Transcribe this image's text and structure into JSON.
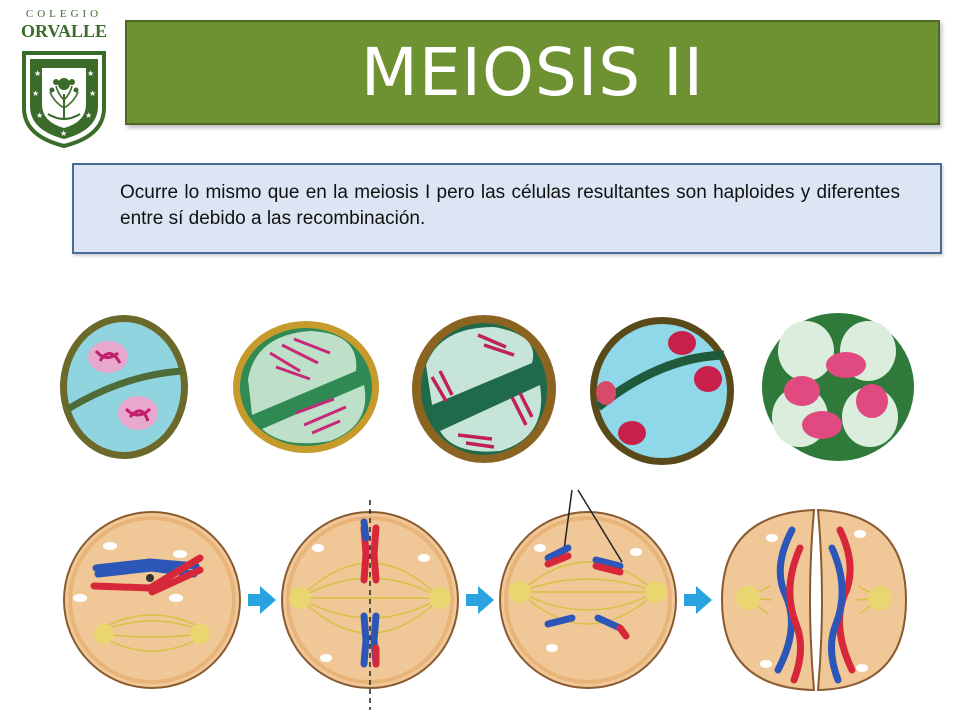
{
  "logo": {
    "top_text": "COLEGIO",
    "name": "ORVALLE",
    "icon": "school-crest-icon"
  },
  "header": {
    "title": "MEIOSIS II"
  },
  "description": {
    "text": "Ocurre lo mismo que en la meiosis I pero las células resultantes son haploides y diferentes entre sí debido a las recombinación."
  },
  "colors": {
    "title_bg": "#6e9132",
    "text_box_bg": "#dce5f3",
    "text_box_border": "#4a6b95",
    "arrow": "#29a3e0",
    "cell_fill": "#f0c898",
    "chromosome_red": "#d6283a",
    "chromosome_blue": "#2c56b8"
  },
  "figures": {
    "micrographs": [
      "micrograph-cell-1",
      "micrograph-cell-2",
      "micrograph-cell-3",
      "micrograph-cell-4",
      "micrograph-cell-5"
    ],
    "diagrams": [
      "diagram-prophase-ii",
      "diagram-metaphase-ii",
      "diagram-anaphase-ii",
      "diagram-telophase-ii"
    ]
  }
}
